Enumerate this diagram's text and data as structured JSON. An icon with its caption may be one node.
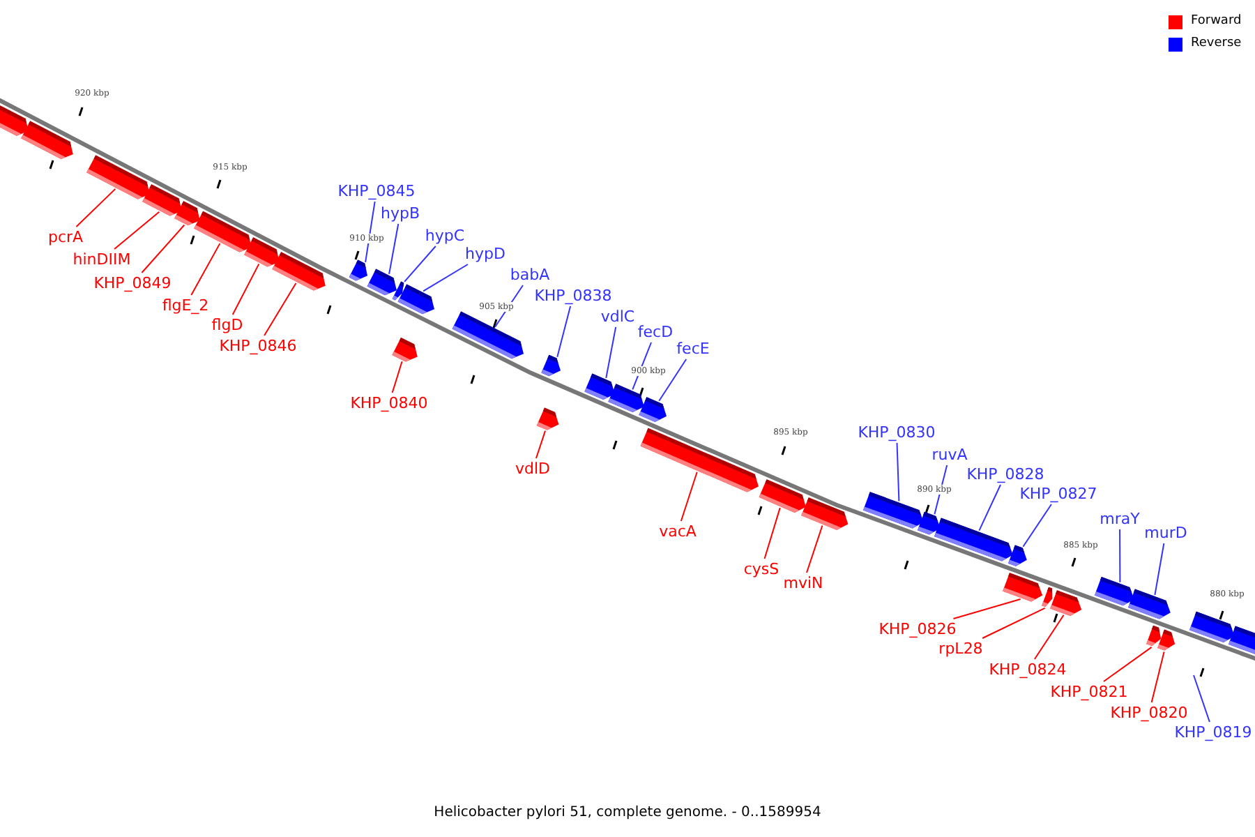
{
  "diagram": {
    "caption": "Helicobacter pylori 51, complete genome. - 0..1589954",
    "nodes": [
      {
        "text": [],
        "shape": "arrow"
      },
      {
        "text": [],
        "shape": "arrow"
      },
      {
        "text": [
          "pcrA"
        ]
      },
      {
        "text": [],
        "shape": "arrow"
      },
      {
        "text": [
          "hinDIIM"
        ]
      },
      {
        "text": [],
        "shape": "arrow"
      },
      {
        "text": [
          "KHP_0849"
        ]
      },
      {
        "text": [],
        "shape": "arrow"
      },
      {
        "text": [
          "flgE_2"
        ]
      },
      {
        "text": [],
        "shape": "arrow"
      },
      {
        "text": [
          "flgD"
        ]
      },
      {
        "text": [],
        "shape": "arrow"
      },
      {
        "text": [
          "KHP_0846"
        ]
      },
      {
        "text": [],
        "shape": "arrow"
      },
      {
        "text": [
          "KHP_0845"
        ]
      },
      {
        "text": [],
        "shape": "arrow"
      },
      {
        "text": [
          "hypB"
        ]
      },
      {
        "text": [],
        "shape": "arrow"
      },
      {
        "text": [
          "hypC"
        ]
      },
      {
        "text": [],
        "shape": "arrow"
      },
      {
        "text": [
          "hypD"
        ]
      },
      {
        "text": [],
        "shape": "arrow"
      },
      {
        "text": [
          "KHP_0840"
        ]
      },
      {
        "text": [],
        "shape": "arrow"
      },
      {
        "text": [
          "babA"
        ]
      },
      {
        "text": [],
        "shape": "arrow"
      },
      {
        "text": [
          "KHP_0838"
        ]
      },
      {
        "text": [],
        "shape": "arrow"
      },
      {
        "text": [
          "vdlD"
        ]
      },
      {
        "text": [],
        "shape": "arrow"
      },
      {
        "text": [
          "vdlC"
        ]
      },
      {
        "text": [],
        "shape": "arrow"
      },
      {
        "text": [
          "fecD"
        ]
      },
      {
        "text": [],
        "shape": "arrow"
      },
      {
        "text": [
          "fecE"
        ]
      },
      {
        "text": [],
        "shape": "arrow"
      },
      {
        "text": [
          "vacA"
        ]
      },
      {
        "text": [],
        "shape": "arrow"
      },
      {
        "text": [
          "cysS"
        ]
      },
      {
        "text": [],
        "shape": "arrow"
      },
      {
        "text": [
          "mviN"
        ]
      },
      {
        "text": [],
        "shape": "arrow"
      },
      {
        "text": [
          "KHP_0830"
        ]
      },
      {
        "text": [],
        "shape": "arrow"
      },
      {
        "text": [
          "ruvA"
        ]
      },
      {
        "text": [],
        "shape": "arrow"
      },
      {
        "text": [
          "KHP_0828"
        ]
      },
      {
        "text": [],
        "shape": "arrow"
      },
      {
        "text": [
          "KHP_0827"
        ]
      },
      {
        "text": [],
        "shape": "arrow"
      },
      {
        "text": [
          "KHP_0826"
        ]
      },
      {
        "text": [],
        "shape": "arrow"
      },
      {
        "text": [
          "rpL28"
        ]
      },
      {
        "text": [],
        "shape": "arrow"
      },
      {
        "text": [
          "KHP_0824"
        ]
      },
      {
        "text": [],
        "shape": "arrow"
      },
      {
        "text": [
          "mraY"
        ]
      },
      {
        "text": [],
        "shape": "arrow"
      },
      {
        "text": [
          "murD"
        ]
      },
      {
        "text": [],
        "shape": "arrow"
      },
      {
        "text": [
          "KHP_0821"
        ]
      },
      {
        "text": [],
        "shape": "arrow"
      },
      {
        "text": [
          "KHP_0820"
        ]
      },
      {
        "text": [],
        "shape": "arrow"
      },
      {
        "text": [],
        "shape": "arrow"
      },
      {
        "text": [],
        "shape": "arrow"
      },
      {
        "text": [
          "KHP_0819"
        ]
      }
    ],
    "edges": [
      {
        "from": 2,
        "to": 3,
        "arrow": "none",
        "color": "#ff0000"
      },
      {
        "from": 4,
        "to": 5,
        "arrow": "none",
        "color": "#ff0000"
      },
      {
        "from": 6,
        "to": 7,
        "arrow": "none",
        "color": "#ff0000"
      },
      {
        "from": 8,
        "to": 9,
        "arrow": "none",
        "color": "#ff0000"
      },
      {
        "from": 10,
        "to": 11,
        "arrow": "none",
        "color": "#ff0000"
      },
      {
        "from": 12,
        "to": 13,
        "arrow": "none",
        "color": "#ff0000"
      },
      {
        "from": 14,
        "to": 15,
        "arrow": "none",
        "color": "#3333ff"
      },
      {
        "from": 16,
        "to": 17,
        "arrow": "none",
        "color": "#3333ff"
      },
      {
        "from": 18,
        "to": 19,
        "arrow": "none",
        "color": "#3333ff"
      },
      {
        "from": 20,
        "to": 21,
        "arrow": "none",
        "color": "#3333ff"
      },
      {
        "from": 22,
        "to": 23,
        "arrow": "none",
        "color": "#ff0000"
      },
      {
        "from": 24,
        "to": 25,
        "arrow": "none",
        "color": "#3333ff"
      },
      {
        "from": 26,
        "to": 27,
        "arrow": "none",
        "color": "#3333ff"
      },
      {
        "from": 28,
        "to": 29,
        "arrow": "none",
        "color": "#ff0000"
      },
      {
        "from": 30,
        "to": 31,
        "arrow": "none",
        "color": "#3333ff"
      },
      {
        "from": 32,
        "to": 33,
        "arrow": "none",
        "color": "#3333ff"
      },
      {
        "from": 34,
        "to": 35,
        "arrow": "none",
        "color": "#3333ff"
      },
      {
        "from": 36,
        "to": 37,
        "arrow": "none",
        "color": "#ff0000"
      },
      {
        "from": 38,
        "to": 39,
        "arrow": "none",
        "color": "#ff0000"
      },
      {
        "from": 40,
        "to": 41,
        "arrow": "none",
        "color": "#ff0000"
      },
      {
        "from": 42,
        "to": 43,
        "arrow": "none",
        "color": "#3333ff"
      },
      {
        "from": 44,
        "to": 45,
        "arrow": "none",
        "color": "#3333ff"
      },
      {
        "from": 46,
        "to": 47,
        "arrow": "none",
        "color": "#3333ff"
      },
      {
        "from": 48,
        "to": 49,
        "arrow": "none",
        "color": "#3333ff"
      },
      {
        "from": 50,
        "to": 51,
        "arrow": "none",
        "color": "#ff0000"
      },
      {
        "from": 52,
        "to": 53,
        "arrow": "none",
        "color": "#ff0000"
      },
      {
        "from": 54,
        "to": 55,
        "arrow": "none",
        "color": "#ff0000"
      },
      {
        "from": 56,
        "to": 57,
        "arrow": "none",
        "color": "#3333ff"
      },
      {
        "from": 58,
        "to": 59,
        "arrow": "none",
        "color": "#3333ff"
      },
      {
        "from": 60,
        "to": 61,
        "arrow": "none",
        "color": "#ff0000"
      },
      {
        "from": 62,
        "to": 63,
        "arrow": "none",
        "color": "#ff0000"
      },
      {
        "from": 66,
        "to": null,
        "arrow": "none",
        "color": "#3333ff"
      }
    ],
    "labels": [
      "920 kbp",
      "915 kbp",
      "910 kbp",
      "905 kbp",
      "900 kbp",
      "895 kbp",
      "890 kbp",
      "885 kbp",
      "880 kbp"
    ],
    "legend": [
      {
        "text": "Forward",
        "color": "#ff0000"
      },
      {
        "text": "Reverse",
        "color": "#0000ff"
      }
    ]
  }
}
